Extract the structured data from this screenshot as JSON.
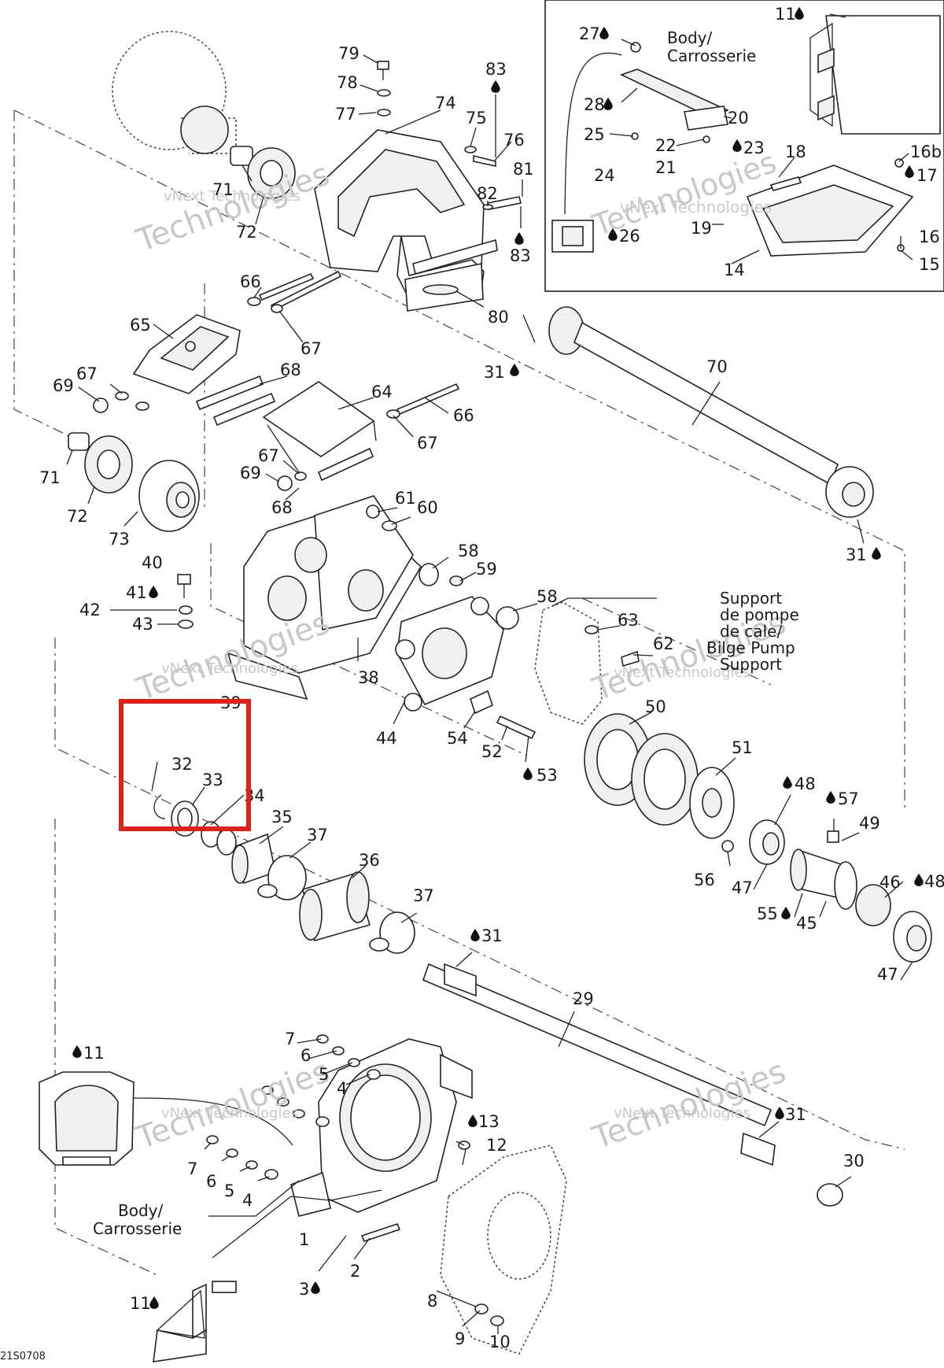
{
  "diagram_code": "21S0708",
  "watermark": {
    "line1": "vNext Technologies",
    "line2": "vNext",
    "line3": "Technologies"
  },
  "inset_labels": {
    "body_en": "Body/",
    "body_fr": "Carrosserie"
  },
  "bottom_body_labels": {
    "body_en": "Body/",
    "body_fr": "Carrosserie"
  },
  "bilge_support": {
    "l1": "Support",
    "l2": "de pompe",
    "l3": "de cale/",
    "l4": "Bilge Pump",
    "l5": "Support"
  },
  "callouts": {
    "n79": "79",
    "n78": "78",
    "n77": "77",
    "n74": "74",
    "n83a": "83",
    "n75": "75",
    "n76": "76",
    "n81": "81",
    "n82": "82",
    "n83b": "83",
    "n71a": "71",
    "n72a": "72",
    "n80": "80",
    "n66a": "66",
    "n65": "65",
    "n67a": "67",
    "n67b": "67",
    "n68a": "68",
    "n69a": "69",
    "n64": "64",
    "n66b": "66",
    "n67c": "67",
    "n67d": "67",
    "n69b": "69",
    "n68b": "68",
    "n71b": "71",
    "n72b": "72",
    "n73": "73",
    "n61": "61",
    "n60": "60",
    "n58a": "58",
    "n59": "59",
    "n40": "40",
    "n41": "41",
    "n42": "42",
    "n43": "43",
    "n58b": "58",
    "n63": "63",
    "n62": "62",
    "n38": "38",
    "n39": "39",
    "n44": "44",
    "n54": "54",
    "n52": "52",
    "n53": "53",
    "n50": "50",
    "n51": "51",
    "n48a": "48",
    "n57": "57",
    "n49": "49",
    "n32": "32",
    "n33": "33",
    "n34": "34",
    "n35": "35",
    "n37a": "37",
    "n36": "36",
    "n37b": "37",
    "n56": "56",
    "n47a": "47",
    "n46": "46",
    "n48b": "48",
    "n55": "55",
    "n45": "45",
    "n47b": "47",
    "n31a": "31",
    "n29": "29",
    "n31b": "31",
    "n31c": "31",
    "n31d": "31",
    "n70": "70",
    "n11a": "11",
    "n7a": "7",
    "n6a": "6",
    "n5a": "5",
    "n4a": "4",
    "n13": "13",
    "n12": "12",
    "n7b": "7",
    "n6b": "6",
    "n5b": "5",
    "n4b": "4",
    "n1": "1",
    "n2": "2",
    "n3": "3",
    "n30": "30",
    "n11b": "11",
    "n8": "8",
    "n9": "9",
    "n10": "10",
    "i27": "27",
    "i11": "11",
    "i28": "28",
    "i20": "20",
    "i25": "25",
    "i22": "22",
    "i23": "23",
    "i21": "21",
    "i24": "24",
    "i18": "18",
    "i16b": "16b",
    "i17": "17",
    "i19": "19",
    "i26": "26",
    "i16": "16",
    "i14": "14",
    "i15": "15"
  }
}
